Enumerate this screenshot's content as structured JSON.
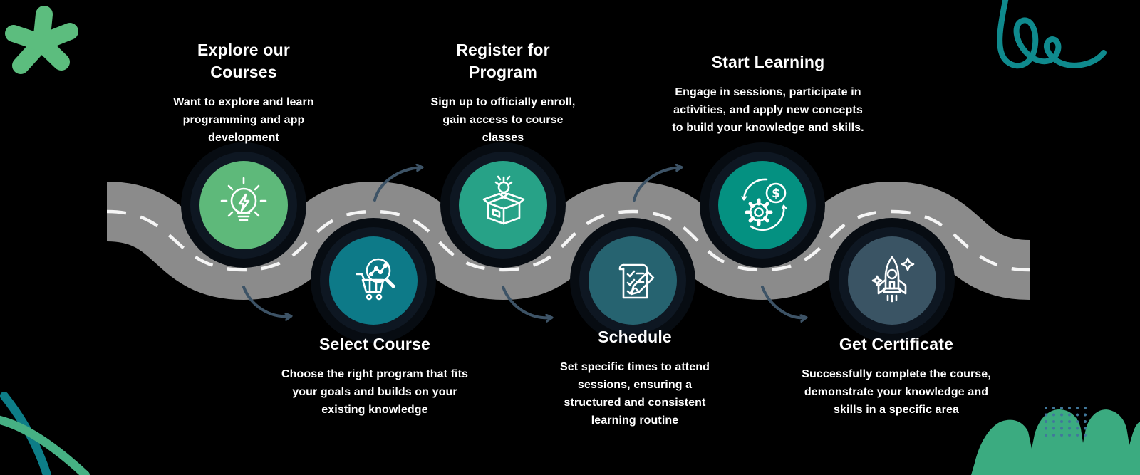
{
  "infographic": {
    "name": "learning-journey-roadmap",
    "dollar_sign": "$"
  },
  "colors": {
    "background": "#000000",
    "text": "#ffffff",
    "road": "#8b8b8b",
    "road_line": "#f5f5f5",
    "halo_outer": "#070c12",
    "halo_inner": "#0e1722",
    "arrow": "#3d5366",
    "icon_stroke": "#ffffff"
  },
  "decorations": {
    "asterisk_color": "#5cbd7e",
    "squiggle_color": "#0f8a8d",
    "arc_teal_color": "#0d7d87",
    "arc_green_color": "#46b083",
    "blob_color": "#3bab80",
    "dot_color": "#41789b"
  },
  "steps": [
    {
      "id": "explore-courses",
      "title": "Explore our Courses",
      "desc_lines": [
        "Want to explore and learn",
        "programming and app",
        "development"
      ],
      "icon": "lightbulb-bolt-icon",
      "circle_color": "#5eb97a",
      "row": "top"
    },
    {
      "id": "select-course",
      "title": "Select Course",
      "desc_lines": [
        "Choose the right program that fits",
        "your goals and builds on your",
        "existing knowledge"
      ],
      "icon": "cart-search-icon",
      "circle_color": "#0d7a88",
      "row": "bottom"
    },
    {
      "id": "register-program",
      "title": "Register for Program",
      "desc_lines": [
        "Sign up to officially enroll,",
        "gain access to course",
        "classes"
      ],
      "icon": "box-idea-icon",
      "circle_color": "#27a287",
      "row": "top"
    },
    {
      "id": "schedule",
      "title": "Schedule",
      "desc_lines": [
        "Set specific times to attend",
        "sessions, ensuring a",
        "structured and consistent",
        "learning routine"
      ],
      "icon": "checklist-pencil-icon",
      "circle_color": "#266370",
      "row": "bottom"
    },
    {
      "id": "start-learning",
      "title": "Start Learning",
      "desc_lines": [
        "Engage in sessions, participate in",
        "activities, and apply new concepts",
        "to build your knowledge and skills."
      ],
      "icon": "gear-sync-dollar-icon",
      "circle_color": "#049181",
      "row": "top"
    },
    {
      "id": "get-certificate",
      "title": "Get Certificate",
      "desc_lines": [
        "Successfully complete the course,",
        "demonstrate your knowledge and",
        "skills in a specific area"
      ],
      "icon": "rocket-icon",
      "circle_color": "#3a5464",
      "row": "bottom"
    }
  ]
}
